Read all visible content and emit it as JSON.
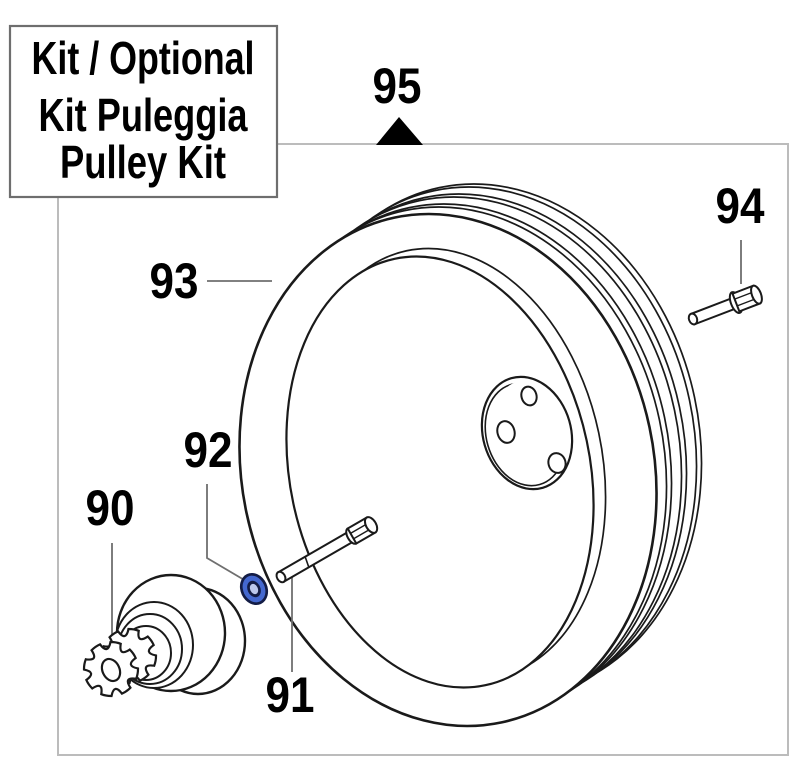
{
  "kit_box": {
    "line_1": "Kit / Optional",
    "line_2": "Kit Puleggia",
    "line_3": "Pulley Kit"
  },
  "labels": {
    "p90": "90",
    "p91": "91",
    "p92": "92",
    "p93": "93",
    "p94": "94",
    "p95": "95"
  },
  "colors": {
    "washer_outer": "#131c45",
    "washer_ring": "#4468cf",
    "washer_inner": "#131c45",
    "washer_center": "#bcc8ec",
    "border_gray": "#bcbcbc",
    "leader_gray": "#6f6f6f",
    "box_border_gray": "#6e6e6e"
  }
}
